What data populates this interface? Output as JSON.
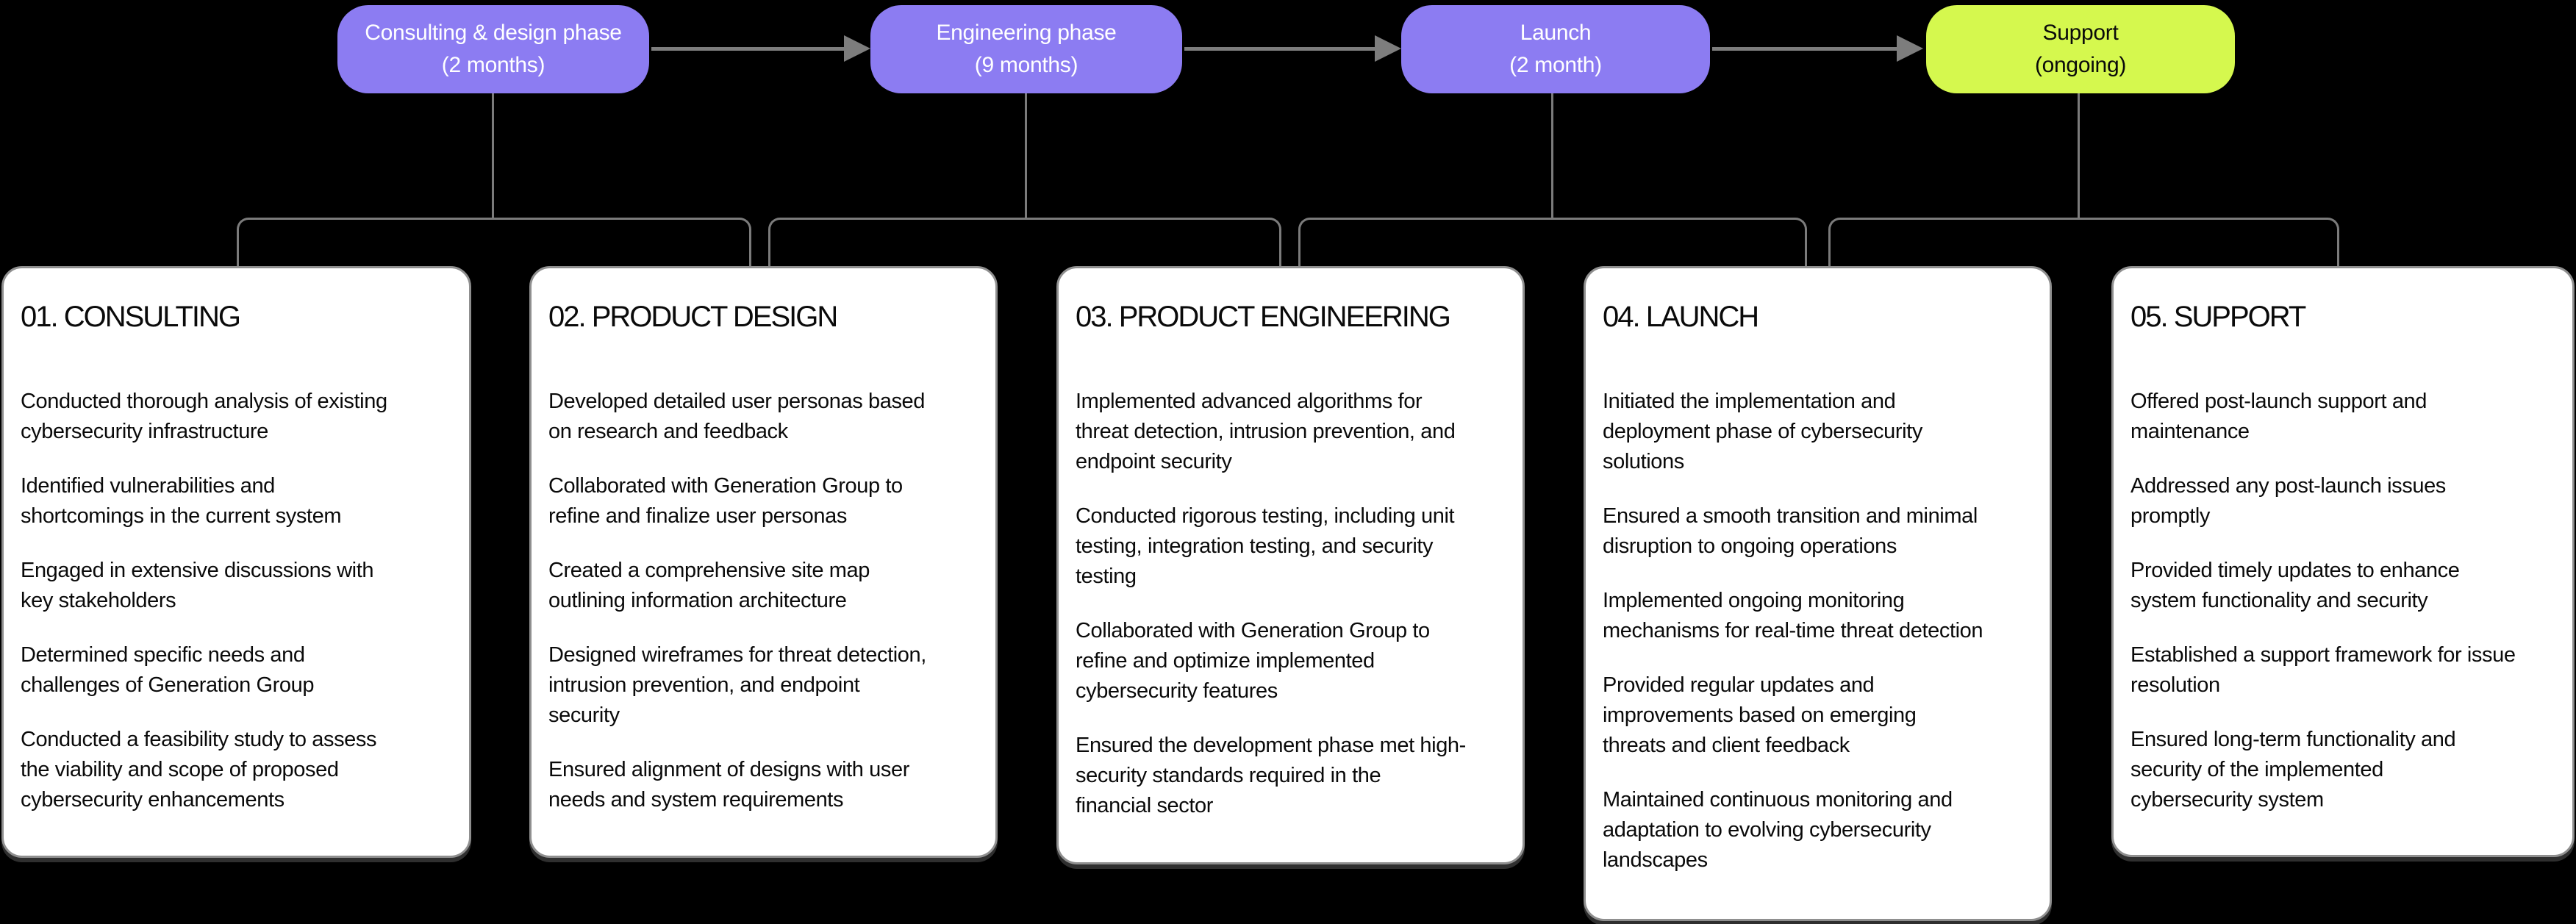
{
  "diagram": {
    "colors": {
      "canvas_background": "#000000",
      "phase_purple": "#8C7CF2",
      "phase_green": "#D5F84E",
      "connector_gray": "#7B7B7B",
      "card_background": "#FFFFFF",
      "card_border": "#8F8F8F",
      "pill_text_light": "#FFFFFF",
      "text_dark": "#0A0A0A"
    },
    "phases": [
      {
        "title": "Consulting & design phase",
        "duration": "(2 months)"
      },
      {
        "title": "Engineering phase",
        "duration": "(9 months)"
      },
      {
        "title": "Launch",
        "duration": "(2 month)"
      },
      {
        "title": "Support",
        "duration": "(ongoing)"
      }
    ],
    "cards": [
      {
        "title": "01. CONSULTING",
        "bullets": [
          "Conducted thorough analysis of existing\ncybersecurity infrastructure",
          "Identified vulnerabilities and\nshortcomings in the current system",
          "Engaged in extensive discussions with\nkey stakeholders",
          "Determined specific needs and\nchallenges of Generation Group",
          "Conducted a feasibility study to assess\nthe viability and scope of proposed\ncybersecurity enhancements"
        ]
      },
      {
        "title": "02. PRODUCT DESIGN",
        "bullets": [
          "Developed detailed user personas based\non research and feedback",
          "Collaborated with Generation Group to\nrefine and finalize user personas",
          "Created a comprehensive site map\noutlining information architecture",
          "Designed wireframes for threat detection,\nintrusion prevention, and endpoint\nsecurity",
          "Ensured alignment of designs with user\nneeds and system requirements"
        ]
      },
      {
        "title": "03. PRODUCT ENGINEERING",
        "bullets": [
          "Implemented advanced algorithms for\nthreat detection, intrusion prevention, and\nendpoint security",
          "Conducted rigorous testing, including unit\ntesting, integration testing, and security\ntesting",
          "Collaborated with Generation Group to\nrefine and optimize implemented\ncybersecurity features",
          "Ensured the development phase met high-\nsecurity standards required in the\nfinancial sector"
        ]
      },
      {
        "title": "04. LAUNCH",
        "bullets": [
          "Initiated the implementation and\ndeployment phase of cybersecurity\nsolutions",
          "Ensured a smooth transition and minimal\ndisruption to ongoing operations",
          "Implemented ongoing monitoring\nmechanisms for real-time threat detection",
          "Provided regular updates and\nimprovements based on emerging\nthreats and client feedback",
          "Maintained continuous monitoring and\nadaptation to evolving cybersecurity\nlandscapes"
        ]
      },
      {
        "title": "05. SUPPORT",
        "bullets": [
          "Offered post-launch support and\nmaintenance",
          "Addressed any post-launch issues\npromptly",
          "Provided timely updates to enhance\nsystem functionality and security",
          "Established a support framework for issue\nresolution",
          "Ensured long-term functionality and\nsecurity of the implemented\ncybersecurity system"
        ]
      }
    ]
  }
}
